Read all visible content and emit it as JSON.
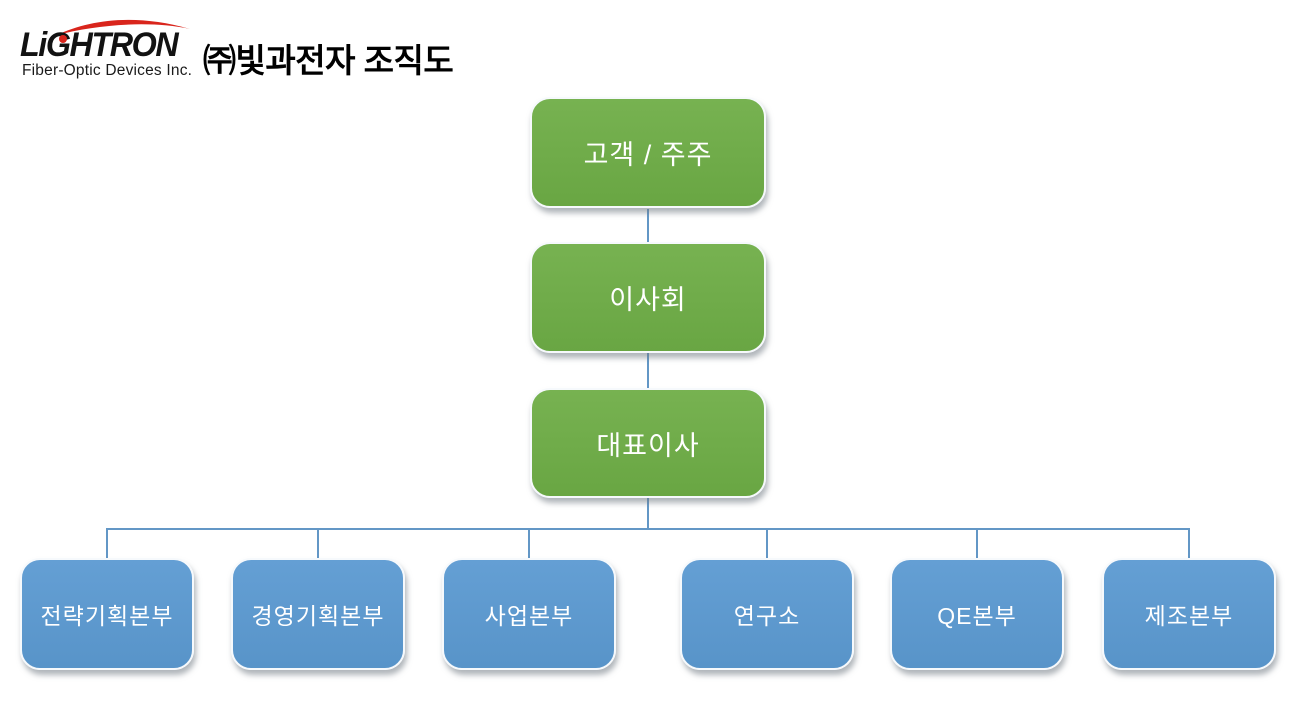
{
  "logo": {
    "brand": "LiGHTRON",
    "tagline": "Fiber-Optic Devices Inc."
  },
  "title": "㈜빛과전자 조직도",
  "org_chart": {
    "chain": [
      {
        "label": "고객 / 주주"
      },
      {
        "label": "이사회"
      },
      {
        "label": "대표이사"
      }
    ],
    "departments": [
      {
        "label": "전략기획본부"
      },
      {
        "label": "경영기획본부"
      },
      {
        "label": "사업본부"
      },
      {
        "label": "연구소"
      },
      {
        "label": "QE본부"
      },
      {
        "label": "제조본부"
      }
    ],
    "colors": {
      "chain_node_green": "#6FAC48",
      "department_node_blue": "#5D9ACE",
      "connector_blue": "#6397C6",
      "node_text": "#FFFFFF",
      "logo_red": "#D9251C",
      "title_text": "#000000"
    }
  }
}
